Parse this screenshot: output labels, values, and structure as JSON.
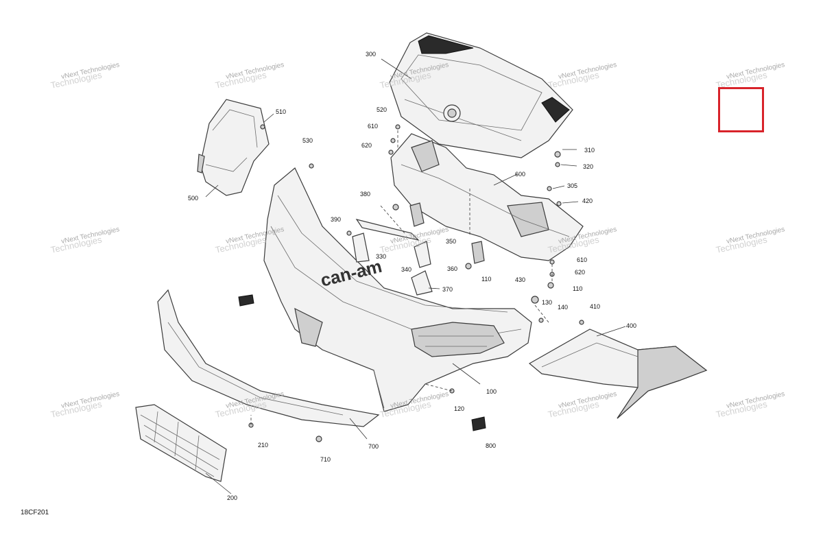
{
  "diagram": {
    "reference_code": "18CF201",
    "watermark_line1": "vNext Technologies",
    "watermark_line2": "Technologies",
    "brand_logo": "can-am",
    "highlight_color": "#d8232a",
    "callouts": [
      "300",
      "510",
      "530",
      "520",
      "610",
      "620",
      "310",
      "320",
      "600",
      "305",
      "420",
      "500",
      "380",
      "390",
      "330",
      "350",
      "340",
      "360",
      "370",
      "610",
      "620",
      "110",
      "110",
      "430",
      "130",
      "140",
      "410",
      "400",
      "100",
      "120",
      "210",
      "710",
      "700",
      "800",
      "200"
    ]
  }
}
